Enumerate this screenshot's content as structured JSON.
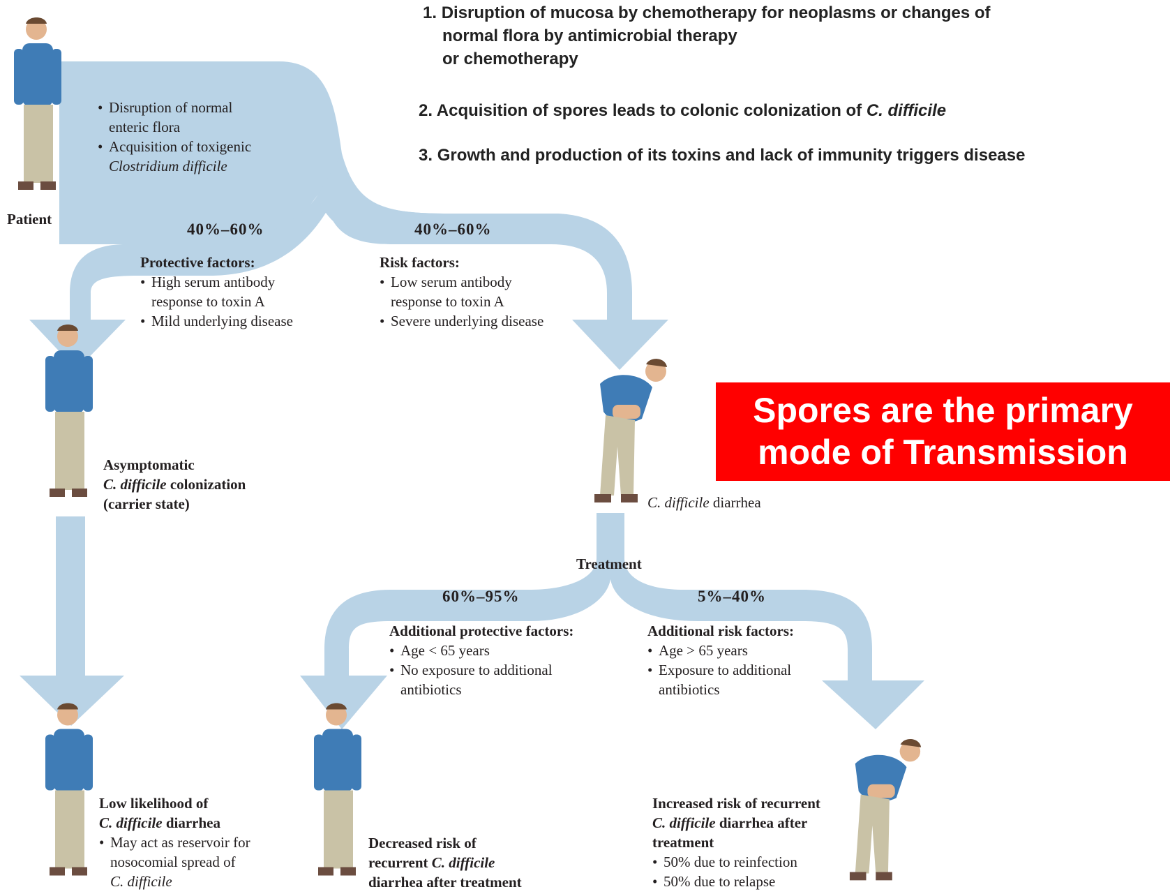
{
  "steps": [
    {
      "num": "1.",
      "line1": "Disruption of mucosa by chemotherapy for neoplasms or changes of",
      "line2": "normal flora by antimicrobial therapy",
      "line3": "or chemotherapy"
    },
    {
      "num": "2.",
      "text": "Acquisition of spores  leads to colonic colonization of",
      "italic": "C. difficile"
    },
    {
      "num": "3.",
      "text": "Growth and production of its toxins and  lack of immunity triggers disease"
    }
  ],
  "initial_events": [
    {
      "line1": "Disruption of normal",
      "line2": "enteric flora"
    },
    {
      "line1": "Acquisition of toxigenic",
      "line2": "Clostridium difficile"
    }
  ],
  "labels": {
    "patient": "Patient",
    "treatment": "Treatment"
  },
  "percentages": {
    "protective": "40%–60%",
    "risk": "40%–60%",
    "treatment_success": "60%–95%",
    "treatment_recurrence": "5%–40%"
  },
  "protective": {
    "title": "Protective factors:",
    "items": [
      {
        "line1": "High serum antibody",
        "line2": "response to toxin A"
      },
      {
        "line1": "Mild underlying disease"
      }
    ]
  },
  "risk": {
    "title": "Risk factors:",
    "items": [
      {
        "line1": "Low serum antibody",
        "line2": "response to toxin A"
      },
      {
        "line1": "Severe underlying disease"
      }
    ]
  },
  "carrier": {
    "line1": "Asymptomatic",
    "line2_italic": "C. difficile",
    "line2_rest": "colonization",
    "line3": "(carrier state)"
  },
  "diarrhea": {
    "italic": "C. difficile",
    "rest": "diarrhea"
  },
  "additional_protective": {
    "title": "Additional protective factors:",
    "items": [
      {
        "line1": "Age < 65 years"
      },
      {
        "line1": "No exposure to additional",
        "line2": "antibiotics"
      }
    ]
  },
  "additional_risk": {
    "title": "Additional risk factors:",
    "items": [
      {
        "line1": "Age > 65 years"
      },
      {
        "line1": "Exposure to additional",
        "line2": "antibiotics"
      }
    ]
  },
  "low_likelihood": {
    "line1": "Low likelihood of",
    "line2_italic": "C. difficile",
    "line2_rest": "diarrhea",
    "item_line1": "May act as reservoir for",
    "item_line2": "nosocomial spread of",
    "item_line3": "C. difficile"
  },
  "decreased": {
    "line1": "Decreased risk of",
    "line2_pre": "recurrent",
    "line2_italic": "C. difficile",
    "line3": "diarrhea after treatment"
  },
  "increased": {
    "line1": "Increased risk of recurrent",
    "line2_italic": "C. difficile",
    "line2_rest": "diarrhea after",
    "line3": "treatment",
    "items": [
      "50% due to reinfection",
      "50% due to relapse"
    ]
  },
  "callout": {
    "line1": "Spores are the primary",
    "line2": "mode of Transmission"
  },
  "colors": {
    "arrow": "#b9d3e6",
    "callout_bg": "#ff0000",
    "callout_text": "#ffffff",
    "shirt": "#3f7cb6",
    "pants": "#c9c2a6"
  },
  "icons": [
    "standing-person",
    "bent-over-person"
  ]
}
